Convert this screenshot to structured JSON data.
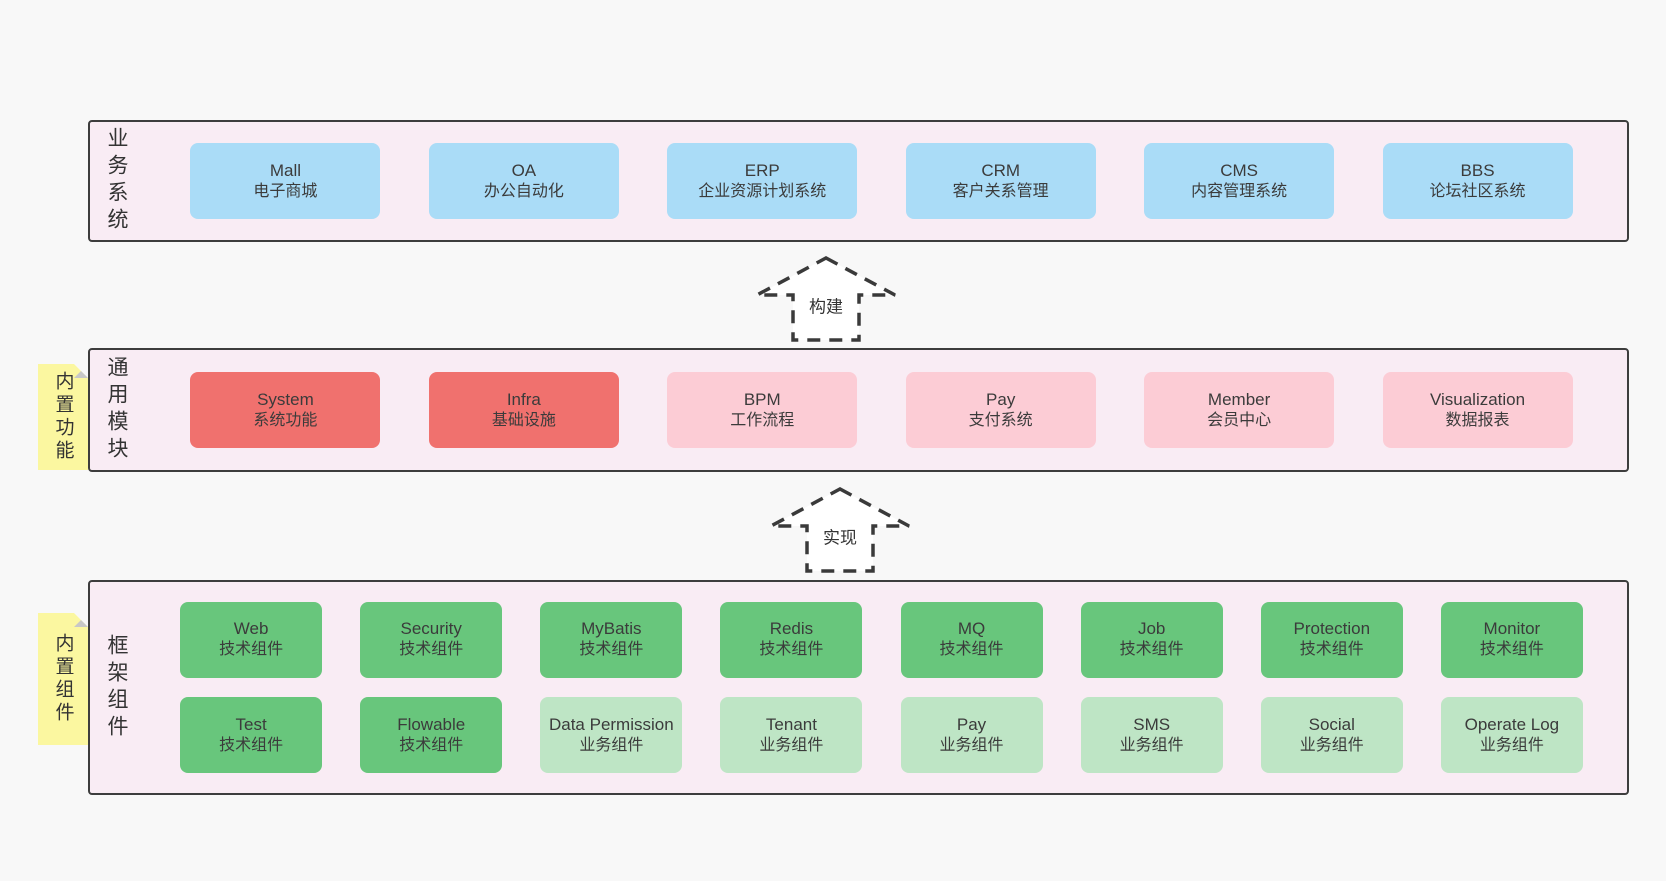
{
  "colors": {
    "page_bg": "#f8f8f8",
    "band_fill": "#f9ecf4",
    "band_border": "#3d3d3d",
    "blue_box": "#aadcf7",
    "red_box": "#f0716e",
    "pink_box": "#fcccd5",
    "green_box": "#68c67c",
    "light_green_box": "#bee5c5",
    "sticky_note": "#fbf7a0",
    "text": "#3b3b3b"
  },
  "bands": [
    {
      "label": "业务系统",
      "boxes": [
        {
          "name": "Mall",
          "desc": "电子商城",
          "type": "blue"
        },
        {
          "name": "OA",
          "desc": "办公自动化",
          "type": "blue"
        },
        {
          "name": "ERP",
          "desc": "企业资源计划系统",
          "type": "blue"
        },
        {
          "name": "CRM",
          "desc": "客户关系管理",
          "type": "blue"
        },
        {
          "name": "CMS",
          "desc": "内容管理系统",
          "type": "blue"
        },
        {
          "name": "BBS",
          "desc": "论坛社区系统",
          "type": "blue"
        }
      ]
    },
    {
      "label": "通用模块",
      "sticky": "内置功能",
      "boxes": [
        {
          "name": "System",
          "desc": "系统功能",
          "type": "red"
        },
        {
          "name": "Infra",
          "desc": "基础设施",
          "type": "red"
        },
        {
          "name": "BPM",
          "desc": "工作流程",
          "type": "pink"
        },
        {
          "name": "Pay",
          "desc": "支付系统",
          "type": "pink"
        },
        {
          "name": "Member",
          "desc": "会员中心",
          "type": "pink"
        },
        {
          "name": "Visualization",
          "desc": "数据报表",
          "type": "pink"
        }
      ]
    },
    {
      "label": "框架组件",
      "sticky": "内置组件",
      "rows": [
        [
          {
            "name": "Web",
            "desc": "技术组件",
            "type": "green"
          },
          {
            "name": "Security",
            "desc": "技术组件",
            "type": "green"
          },
          {
            "name": "MyBatis",
            "desc": "技术组件",
            "type": "green"
          },
          {
            "name": "Redis",
            "desc": "技术组件",
            "type": "green"
          },
          {
            "name": "MQ",
            "desc": "技术组件",
            "type": "green"
          },
          {
            "name": "Job",
            "desc": "技术组件",
            "type": "green"
          },
          {
            "name": "Protection",
            "desc": "技术组件",
            "type": "green"
          },
          {
            "name": "Monitor",
            "desc": "技术组件",
            "type": "green"
          }
        ],
        [
          {
            "name": "Test",
            "desc": "技术组件",
            "type": "green"
          },
          {
            "name": "Flowable",
            "desc": "技术组件",
            "type": "green"
          },
          {
            "name": "Data Permission",
            "desc": "业务组件",
            "type": "lightgreen"
          },
          {
            "name": "Tenant",
            "desc": "业务组件",
            "type": "lightgreen"
          },
          {
            "name": "Pay",
            "desc": "业务组件",
            "type": "lightgreen"
          },
          {
            "name": "SMS",
            "desc": "业务组件",
            "type": "lightgreen"
          },
          {
            "name": "Social",
            "desc": "业务组件",
            "type": "lightgreen"
          },
          {
            "name": "Operate Log",
            "desc": "业务组件",
            "type": "lightgreen"
          }
        ]
      ]
    }
  ],
  "arrows": [
    {
      "label": "构建"
    },
    {
      "label": "实现"
    }
  ]
}
